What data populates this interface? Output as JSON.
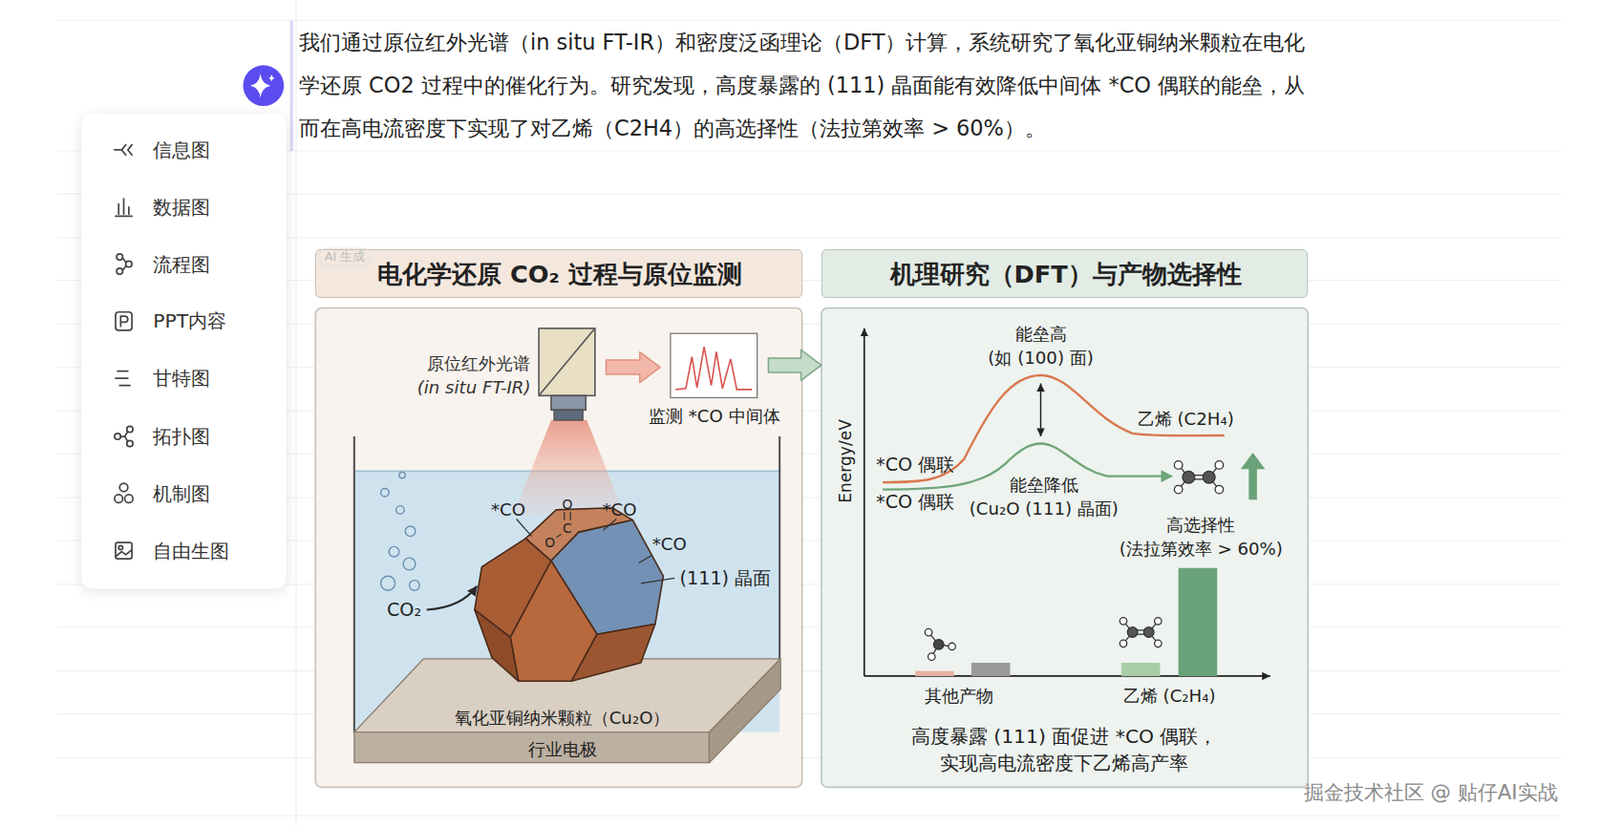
{
  "diagram": {
    "nodes": [
      {
        "text": [
          "信息图",
          "数据图",
          "流程图",
          "PPT内容",
          "甘特图",
          "拓扑图",
          "机制图",
          "自由生图"
        ]
      },
      {
        "text": [
          "电化学还原 CO₂ 过程与原位监测"
        ]
      },
      {
        "text": [
          "机理研究（DFT）与产物选择性"
        ]
      },
      {
        "text": [
          "原位红外光谱",
          "(in situ FT-IR)"
        ]
      },
      {
        "text": [
          "监测 *CO 中间体"
        ]
      },
      {
        "text": [
          "氧化亚铜纳米颗粒（Cu₂O）",
          "行业电极"
        ]
      },
      {
        "text": [
          "高度暴露 (111) 面促进 *CO 偶联，",
          "实现高电流密度下乙烯高产率"
        ]
      }
    ],
    "edges": [
      {
        "from": 3,
        "to": 4,
        "arrow": "to"
      },
      {
        "from": 4,
        "to": 6,
        "arrow": "to"
      }
    ],
    "labels": [
      "我们通过原位红外光谱（in situ FT-IR）和密度泛函理论（DFT）计算，系统研究了氧化亚铜纳米颗粒在电化学还原 CO2 过程中的催化行为。研究发现，高度暴露的 (111) 晶面能有效降低中间体 *CO 偶联的能垒，从而在高电流密度下实现了对乙烯（C2H4）的高选择性（法拉第效率 > 60%）。",
      "AI 生成",
      "*CO",
      "*CO",
      "*CO",
      "O",
      "C",
      "O",
      "(111) 晶面",
      "CO₂",
      "Energy/eV",
      "能垒高",
      "(如 (100) 面)",
      "乙烯 (C2H₄)",
      "*CO 偶联",
      "*CO 偶联",
      "能垒降低",
      "(Cu₂O (111) 晶面)",
      "高选择性",
      "(法拉第效率 > 60%)",
      "其他产物",
      "乙烯 (C₂H₄)",
      "掘金技术社区 @ 贴仔AI实战"
    ]
  }
}
